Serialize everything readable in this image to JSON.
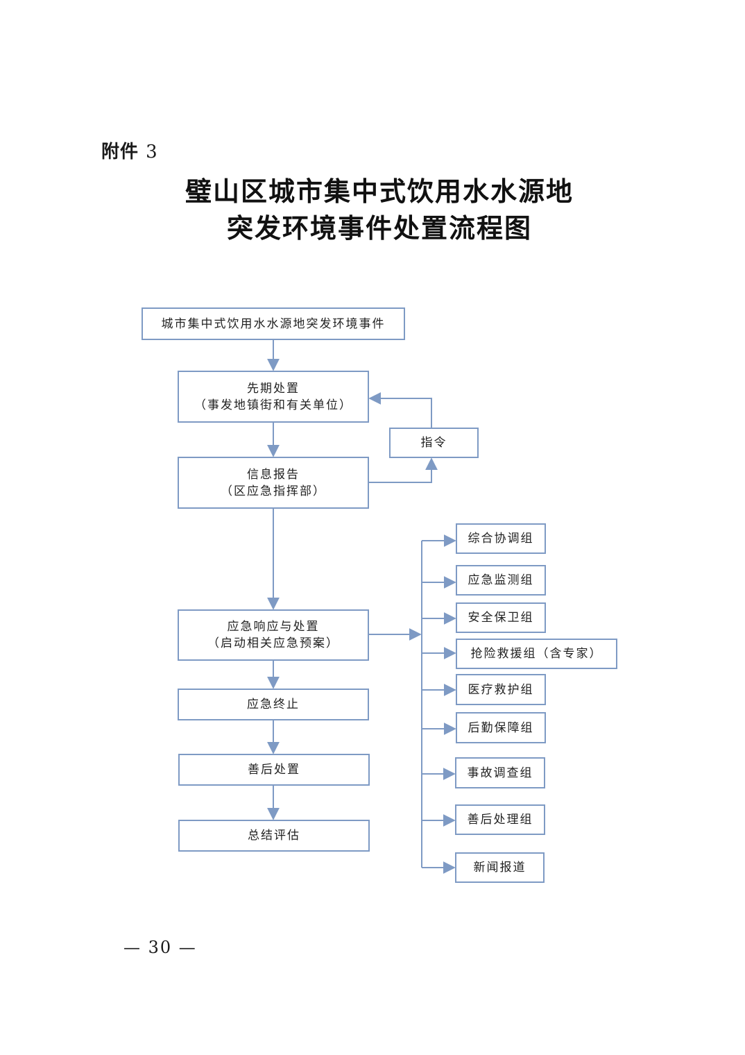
{
  "attachment": {
    "label": "附件",
    "number": "3"
  },
  "title": {
    "line1": "璧山区城市集中式饮用水水源地",
    "line2": "突发环境事件处置流程图"
  },
  "flow": {
    "event": "城市集中式饮用水水源地突发环境事件",
    "initial": {
      "line1": "先期处置",
      "line2": "（事发地镇街和有关单位）"
    },
    "command": "指令",
    "report": {
      "line1": "信息报告",
      "line2": "（区应急指挥部）"
    },
    "response": {
      "line1": "应急响应与处置",
      "line2": "（启动相关应急预案）"
    },
    "termination": "应急终止",
    "aftermath": "善后处置",
    "evaluation": "总结评估"
  },
  "groups": [
    "综合协调组",
    "应急监测组",
    "安全保卫组",
    "抢险救援组（含专家）",
    "医疗救护组",
    "后勤保障组",
    "事故调查组",
    "善后处理组",
    "新闻报道"
  ],
  "footer": {
    "page": "— 30 —"
  },
  "colors": {
    "border": "#7e9ac4",
    "line": "#7e9ac4"
  }
}
